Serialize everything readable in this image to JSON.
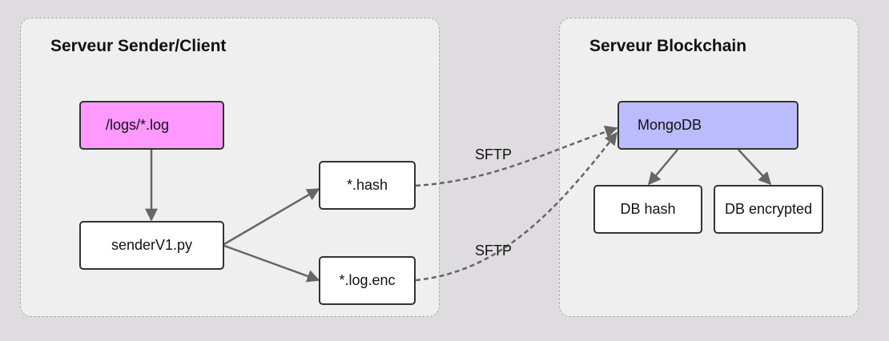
{
  "clusters": {
    "sender": {
      "title": "Serveur Sender/Client"
    },
    "blockchain": {
      "title": "Serveur Blockchain"
    }
  },
  "nodes": {
    "logs": "/logs/*.log",
    "sender": "senderV1.py",
    "hash": "*.hash",
    "enc": "*.log.enc",
    "mongo": "MongoDB",
    "db_hash": "DB hash",
    "db_encrypted": "DB encrypted"
  },
  "edges": {
    "hash_to_mongo_label": "SFTP",
    "enc_to_mongo_label": "SFTP"
  },
  "colors": {
    "logs_fill": "#ff99ff",
    "mongo_fill": "#bbbbff",
    "edge": "#666666"
  }
}
